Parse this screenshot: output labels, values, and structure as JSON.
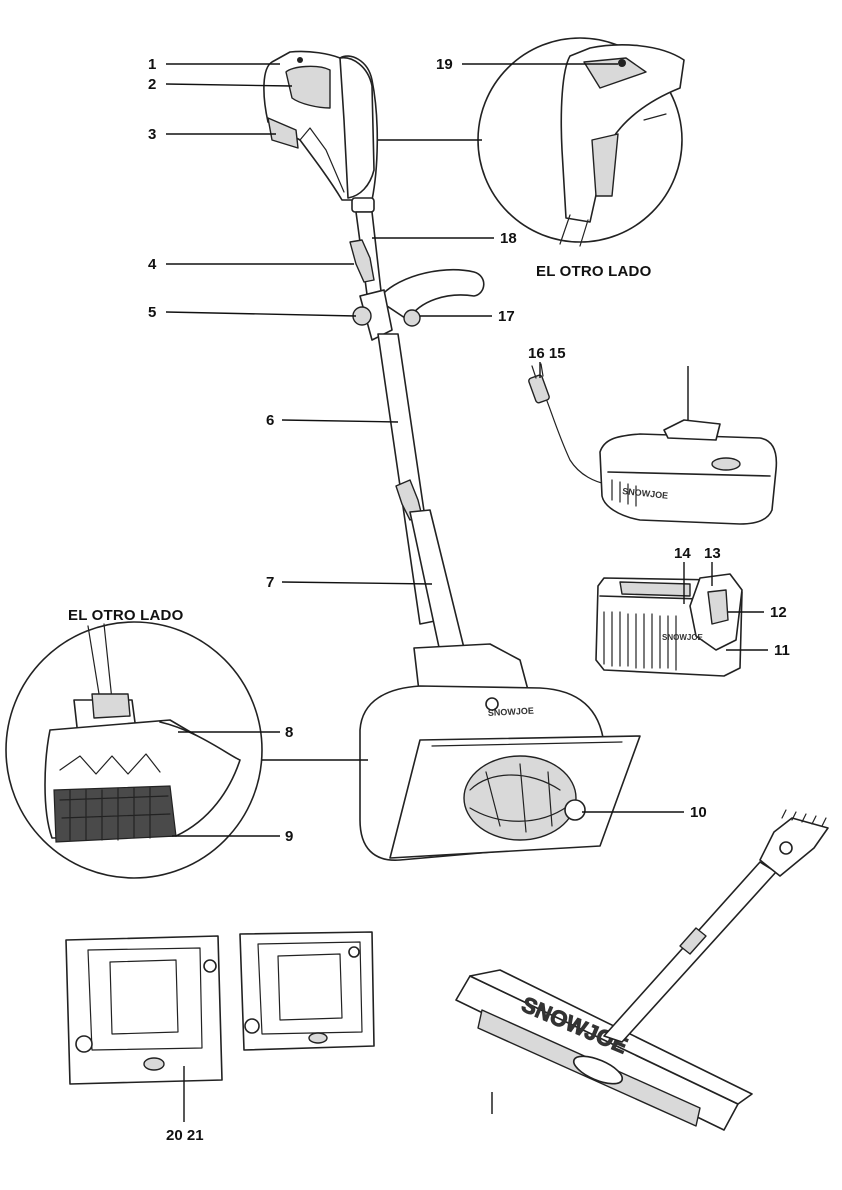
{
  "labels": {
    "c1": "1",
    "c2": "2",
    "c3": "3",
    "c4": "4",
    "c5": "5",
    "c6": "6",
    "c7": "7",
    "c8": "8",
    "c9": "9",
    "c10": "10",
    "c11": "11",
    "c12": "12",
    "c13": "13",
    "c14": "14",
    "c15_16": "16 15",
    "c17": "17",
    "c18": "18",
    "c19": "19",
    "c20_21": "20 21"
  },
  "headings": {
    "other_side_top": "EL OTRO LADO",
    "other_side_left": "EL OTRO LADO"
  },
  "brand_marks": {
    "charger": "SNOWJOE",
    "battery": "SNOWJOE",
    "shovel_body": "SNOWJOE",
    "scraper": "SNOWJOE"
  }
}
